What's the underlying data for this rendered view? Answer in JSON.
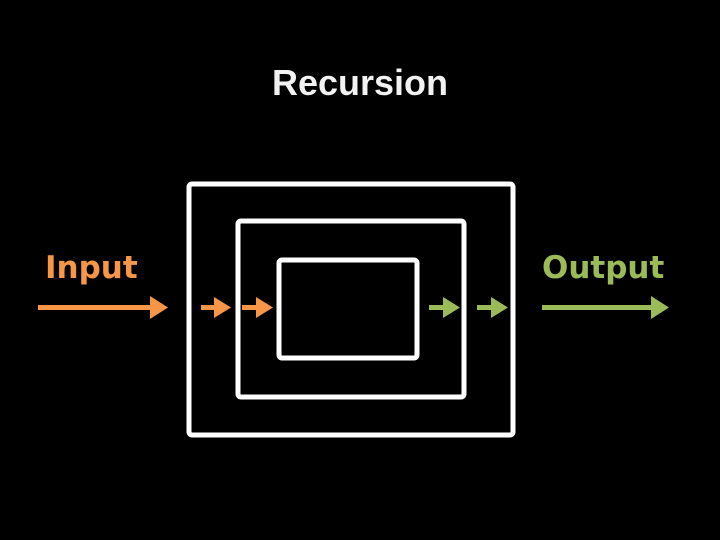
{
  "title": "Recursion",
  "input": {
    "label": "Input",
    "color": "#f79646"
  },
  "output": {
    "label": "Output",
    "color": "#9bbb59"
  },
  "box_color": "#ffffff",
  "nesting_levels": 3
}
